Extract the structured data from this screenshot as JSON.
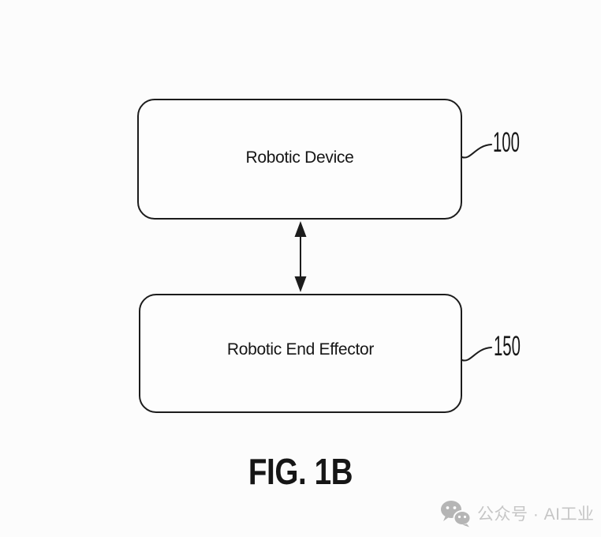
{
  "diagram": {
    "caption": "FIG. 1B",
    "boxes": [
      {
        "label": "Robotic Device",
        "ref": "100"
      },
      {
        "label": "Robotic End Effector",
        "ref": "150"
      }
    ],
    "connector": "double-headed-vertical-arrow"
  },
  "watermark": {
    "text": "公众号 · AI工业",
    "icon": "wechat-icon"
  },
  "colors": {
    "line": "#1c1c1c",
    "text": "#161616",
    "background": "#fcfcfc",
    "watermark_gray": "#c6c6c6",
    "watermark_icon_gray": "#b5b5b5"
  }
}
